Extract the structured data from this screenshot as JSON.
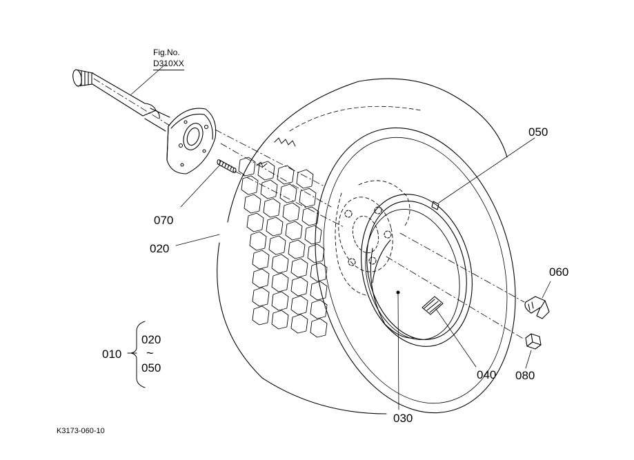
{
  "figure": {
    "fig_no_label": "Fig.No.",
    "fig_no_value": "D310XX",
    "drawing_code": "K3173-060-10"
  },
  "callouts": {
    "p010": "010",
    "p020": "020",
    "p030": "030",
    "p040": "040",
    "p050": "050",
    "p060": "060",
    "p070": "070",
    "p080": "080"
  },
  "assembly_group": {
    "parent": "010",
    "range_from": "020",
    "range_sep": "~",
    "range_to": "050"
  }
}
